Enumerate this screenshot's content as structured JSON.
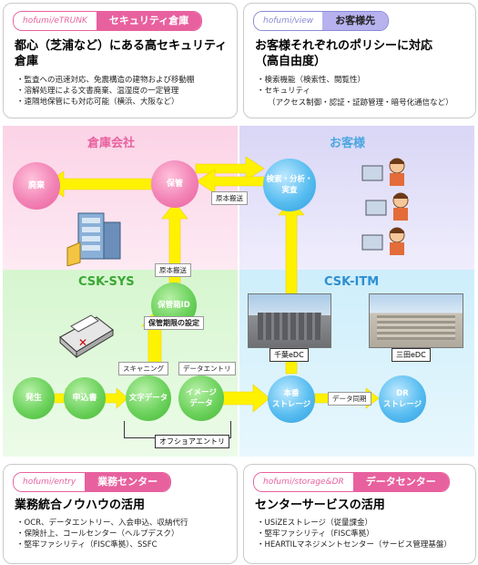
{
  "top_left": {
    "prefix": "hofumi/eTRUNK",
    "label": "セキュリティ倉庫",
    "title_line1": "都心（芝浦など）にある高セキュリティ",
    "title_line2": "倉庫",
    "bullets": [
      "監査への迅速対応、免震構造の建物および移動棚",
      "溶解処理による文書廃棄、温湿度の一定管理",
      "遠隔地保管にも対応可能（横浜、大阪など）"
    ]
  },
  "top_right": {
    "prefix": "hofumi/view",
    "label": "お客様先",
    "title_line1": "お客様それぞれのポリシーに対応",
    "title_line2": "（高自由度）",
    "bullets": [
      "検索機能（検索性、閲覧性）",
      "セキュリティ"
    ],
    "bullet_sub": "（アクセス制御・認証・証跡管理・暗号化通信など）"
  },
  "bottom_left": {
    "prefix": "hofumi/entry",
    "label": "業務センター",
    "title": "業務統合ノウハウの活用",
    "bullets": [
      "OCR、データエントリー、入会申込、収納代行",
      "保険計上、コールセンター（ヘルプデスク）",
      "堅牢ファシリティ（FISC準拠）、SSFC"
    ]
  },
  "bottom_right": {
    "prefix": "hofumi/storage&DR",
    "label": "データセンター",
    "title": "センターサービスの活用",
    "bullets": [
      "USiZEストレージ（従量課金）",
      "堅牢ファシリティ（FISC準拠）",
      "HEARTILマネジメントセンター（サービス管理基盤）"
    ]
  },
  "regions": {
    "warehouse": "倉庫会社",
    "customer": "お客様",
    "csk_sys": "CSK-SYS",
    "csk_itm": "CSK-ITM"
  },
  "nodes": {
    "haiki": "廃棄",
    "hokan": "保管",
    "kensaku": "検索・分析・\n実査",
    "hokanbako": "保管箱ID",
    "hassei": "発生",
    "moushikomi": "申込書",
    "bunsho": "文字データ",
    "image": "イメージ\nデータ",
    "honban": "本番\nストレージ",
    "dr": "DR\nストレージ"
  },
  "labels": {
    "genpon_h": "原本搬送",
    "genpon_v": "原本搬送",
    "kigen": "保管期限の設定",
    "scanning": "スキャニング",
    "data_entry": "データエントリ",
    "offshore": "オフショアエントリ",
    "chiba": "千葉eDC",
    "mita": "三田eDC",
    "data_sync": "データ同期"
  },
  "colors": {
    "pink": "#f283b5",
    "green": "#6cd25c",
    "blue": "#58bdf0",
    "arrow": "#fff200",
    "top_left_tab": "#e8619f",
    "top_right_tab": "#8a8ad6",
    "bottom_left_tab": "#e8619f",
    "bottom_right_tab": "#e8619f"
  }
}
